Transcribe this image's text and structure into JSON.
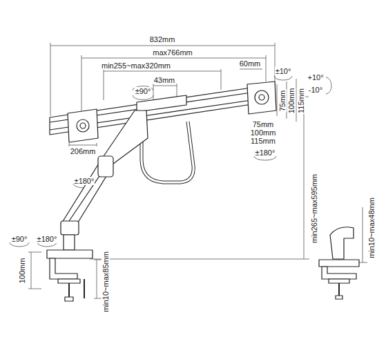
{
  "diagram": {
    "labels": [
      "832mm",
      "max766mm",
      "min255~max320mm",
      "60mm",
      "±10°",
      "43mm",
      "±90°",
      "+10°",
      "-10°",
      "75mm",
      "100mm",
      "115mm",
      "75mm",
      "100mm",
      "115mm",
      "±180°",
      "206mm",
      "±180°",
      "min265~max595mm",
      "±90°",
      "±180°",
      "100mm",
      "min10~max85mm",
      "min10~max48mm"
    ]
  }
}
